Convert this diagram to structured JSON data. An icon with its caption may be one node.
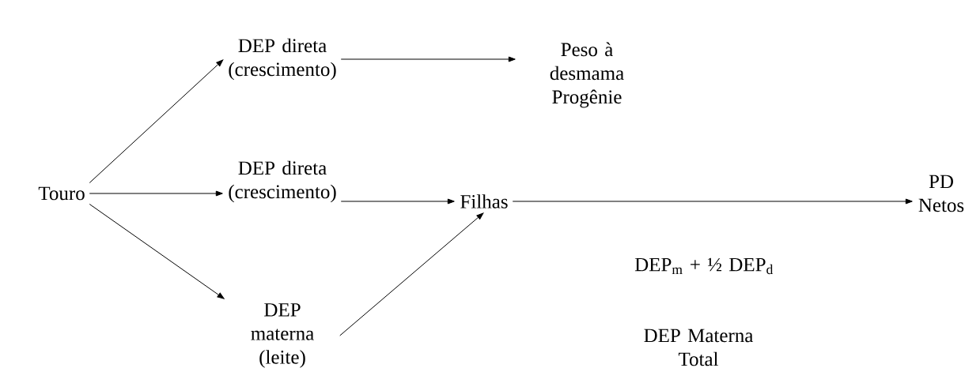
{
  "diagram": {
    "nodes": [
      {
        "text": [
          "Touro"
        ]
      },
      {
        "text": [
          "DEP direta (crescimento)"
        ]
      },
      {
        "text": [
          "Peso à desmama Progênie"
        ]
      },
      {
        "text": [
          "DEP direta (crescimento)"
        ]
      },
      {
        "text": [
          "Filhas"
        ]
      },
      {
        "text": [
          "PD Netos"
        ]
      },
      {
        "text": [
          "DEP materna (leite)"
        ]
      }
    ],
    "edges": [
      {
        "from": 0,
        "to": 1,
        "arrow": "to"
      },
      {
        "from": 1,
        "to": 2,
        "arrow": "to"
      },
      {
        "from": 0,
        "to": 3,
        "arrow": "to"
      },
      {
        "from": 3,
        "to": 4,
        "arrow": "to"
      },
      {
        "from": 0,
        "to": 6,
        "arrow": "to"
      },
      {
        "from": 6,
        "to": 4,
        "arrow": "to"
      },
      {
        "from": 4,
        "to": 5,
        "arrow": "to"
      }
    ],
    "labels": [
      "DEP$_{m}$ + ½  DEP$_{d}$",
      "DEP Materna Total"
    ]
  }
}
